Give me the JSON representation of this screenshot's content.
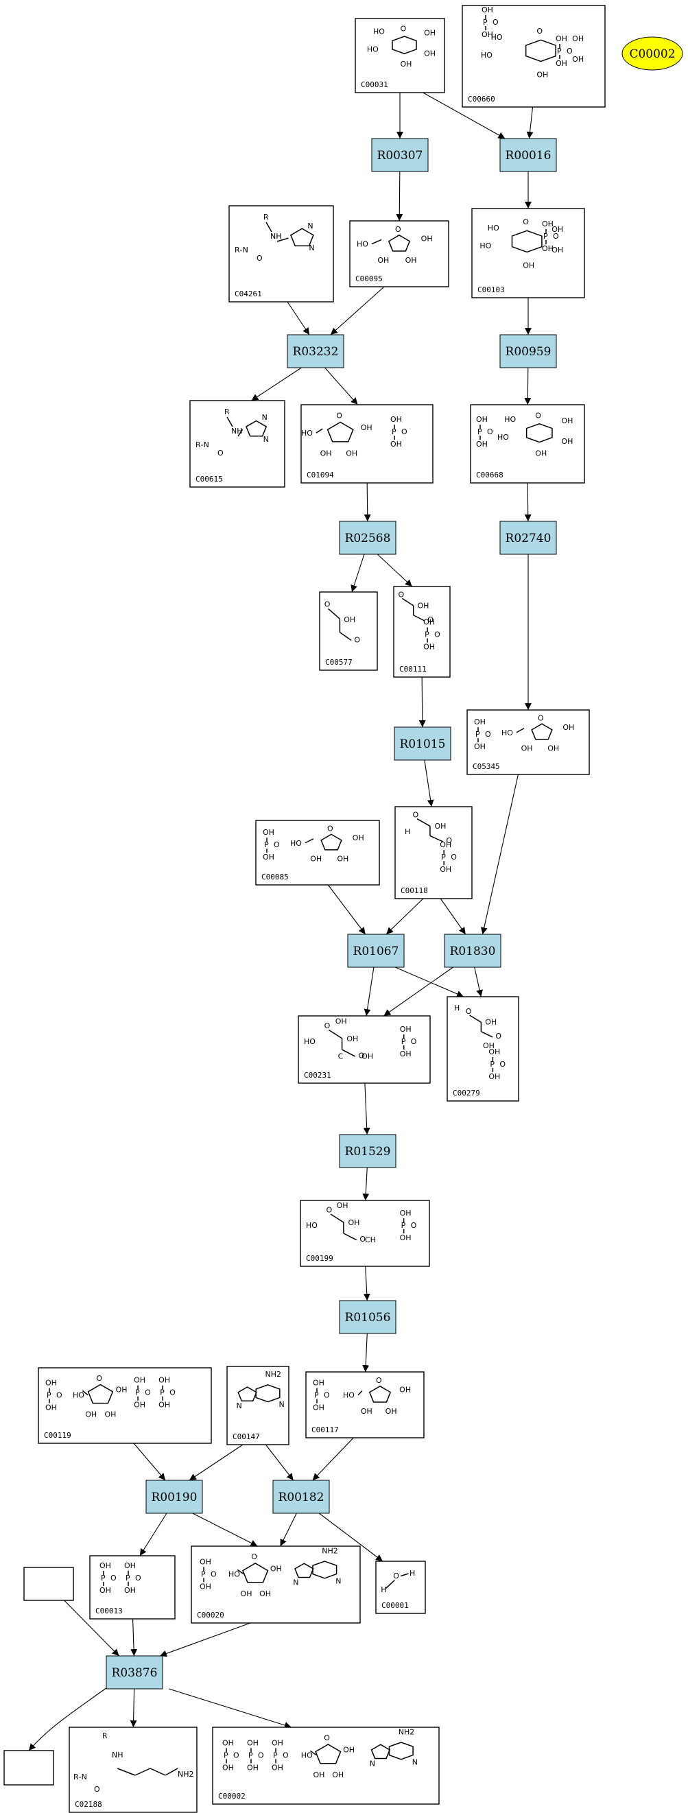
{
  "diagram": {
    "reactions": [
      "R00307",
      "R00016",
      "R03232",
      "R00959",
      "R02568",
      "R02740",
      "R01015",
      "R01067",
      "R01830",
      "R01529",
      "R01056",
      "R00190",
      "R00182",
      "R03876"
    ],
    "compounds": [
      "C00031",
      "C00660",
      "C04261",
      "C00095",
      "C00103",
      "C00615",
      "C01094",
      "C00668",
      "C00577",
      "C00111",
      "C05345",
      "C00085",
      "C00118",
      "C00231",
      "C00279",
      "C00199",
      "C00119",
      "C00147",
      "C00117",
      "C00013",
      "C00020",
      "C00001",
      "C02188",
      "C00002"
    ],
    "highlight_compound": "C00002",
    "highlight_color": "#ffff00",
    "reaction_color": "#add8e6",
    "edges": [
      [
        "C00031",
        "R00307"
      ],
      [
        "C00031",
        "R00016"
      ],
      [
        "C00660",
        "R00016"
      ],
      [
        "R00307",
        "C00095"
      ],
      [
        "R00016",
        "C00103"
      ],
      [
        "C04261",
        "R03232"
      ],
      [
        "C00095",
        "R03232"
      ],
      [
        "R03232",
        "C00615"
      ],
      [
        "R03232",
        "C01094"
      ],
      [
        "C00103",
        "R00959"
      ],
      [
        "R00959",
        "C00668"
      ],
      [
        "C01094",
        "R02568"
      ],
      [
        "C00668",
        "R02740"
      ],
      [
        "R02568",
        "C00577"
      ],
      [
        "R02568",
        "C00111"
      ],
      [
        "C00111",
        "R01015"
      ],
      [
        "R02740",
        "C05345"
      ],
      [
        "R01015",
        "C00118"
      ],
      [
        "C00085",
        "R01067"
      ],
      [
        "C00118",
        "R01067"
      ],
      [
        "C00118",
        "R01830"
      ],
      [
        "C05345",
        "R01830"
      ],
      [
        "R01067",
        "C00231"
      ],
      [
        "R01067",
        "C00279"
      ],
      [
        "R01830",
        "C00231"
      ],
      [
        "R01830",
        "C00279"
      ],
      [
        "C00231",
        "R01529"
      ],
      [
        "R01529",
        "C00199"
      ],
      [
        "C00199",
        "R01056"
      ],
      [
        "R01056",
        "C00117"
      ],
      [
        "C00119",
        "R00190"
      ],
      [
        "C00147",
        "R00190"
      ],
      [
        "C00147",
        "R00182"
      ],
      [
        "C00117",
        "R00182"
      ],
      [
        "R00190",
        "C00013"
      ],
      [
        "R00190",
        "C00020"
      ],
      [
        "R00182",
        "C00020"
      ],
      [
        "R00182",
        "C00001"
      ],
      [
        "BLANK1",
        "R03876"
      ],
      [
        "C00013",
        "R03876"
      ],
      [
        "C00020",
        "R03876"
      ],
      [
        "R03876",
        "BLANK2"
      ],
      [
        "R03876",
        "C02188"
      ],
      [
        "R03876",
        "C00002"
      ]
    ],
    "atom_labels": {
      "oh": "OH",
      "ho": "HO",
      "p": "P",
      "o": "O",
      "h": "H",
      "r": "R",
      "nh": "NH",
      "nh2": "NH2",
      "n": "N",
      "ch": "CH",
      "c": "C",
      "r_n": "R‑N"
    }
  }
}
